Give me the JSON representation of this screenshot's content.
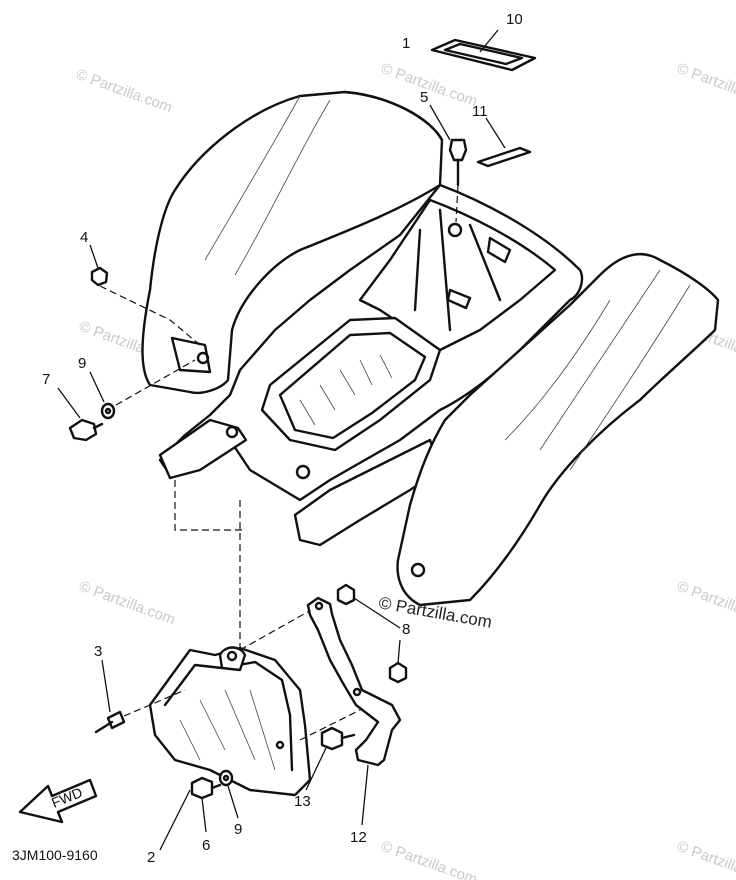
{
  "diagram": {
    "drawing_code": "3JM100-9160",
    "fwd_label": "FWD",
    "watermark": "© Partzilla.com",
    "watermark_main": "© Partzilla.com",
    "callouts": {
      "c1": "1",
      "c2": "2",
      "c3": "3",
      "c4": "4",
      "c5": "5",
      "c6": "6",
      "c7": "7",
      "c8": "8",
      "c9a": "9",
      "c9b": "9",
      "c10": "10",
      "c11": "11",
      "c12": "12",
      "c13": "13"
    }
  }
}
